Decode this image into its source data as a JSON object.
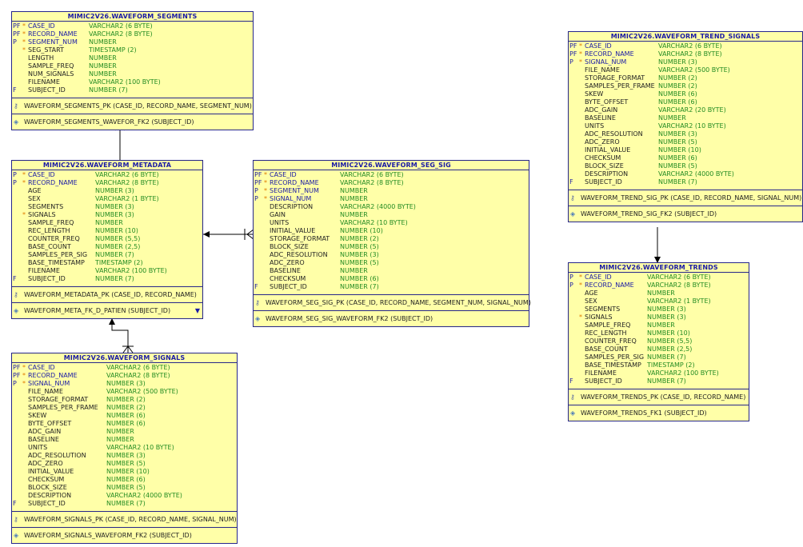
{
  "tables": [
    {
      "id": "segments",
      "title": "MIMIC2V26.WAVEFORM_SEGMENTS",
      "columns": [
        {
          "flag": "PF",
          "star": "*",
          "name": "CASE_ID",
          "type": "VARCHAR2 (6 BYTE)",
          "key": true
        },
        {
          "flag": "PF",
          "star": "*",
          "name": "RECORD_NAME",
          "type": "VARCHAR2 (8 BYTE)",
          "key": true
        },
        {
          "flag": "P",
          "star": "*",
          "name": "SEGMENT_NUM",
          "type": "NUMBER",
          "key": true
        },
        {
          "flag": "",
          "star": "*",
          "name": "SEG_START",
          "type": "TIMESTAMP (2)",
          "key": false
        },
        {
          "flag": "",
          "star": "",
          "name": "LENGTH",
          "type": "NUMBER",
          "key": false
        },
        {
          "flag": "",
          "star": "",
          "name": "SAMPLE_FREQ",
          "type": "NUMBER",
          "key": false
        },
        {
          "flag": "",
          "star": "",
          "name": "NUM_SIGNALS",
          "type": "NUMBER",
          "key": false
        },
        {
          "flag": "",
          "star": "",
          "name": "FILENAME",
          "type": "VARCHAR2 (100 BYTE)",
          "key": false
        },
        {
          "flag": "F",
          "star": "",
          "name": "SUBJECT_ID",
          "type": "NUMBER (7)",
          "key": false
        }
      ],
      "pk": "WAVEFORM_SEGMENTS_PK (CASE_ID, RECORD_NAME, SEGMENT_NUM)",
      "fk": "WAVEFORM_SEGMENTS_WAVEFOR_FK2 (SUBJECT_ID)"
    },
    {
      "id": "metadata",
      "title": "MIMIC2V26.WAVEFORM_METADATA",
      "columns": [
        {
          "flag": "P",
          "star": "*",
          "name": "CASE_ID",
          "type": "VARCHAR2 (6 BYTE)",
          "key": true
        },
        {
          "flag": "P",
          "star": "*",
          "name": "RECORD_NAME",
          "type": "VARCHAR2 (8 BYTE)",
          "key": true
        },
        {
          "flag": "",
          "star": "",
          "name": "AGE",
          "type": "NUMBER (3)",
          "key": false
        },
        {
          "flag": "",
          "star": "",
          "name": "SEX",
          "type": "VARCHAR2 (1 BYTE)",
          "key": false
        },
        {
          "flag": "",
          "star": "",
          "name": "SEGMENTS",
          "type": "NUMBER (3)",
          "key": false
        },
        {
          "flag": "",
          "star": "*",
          "name": "SIGNALS",
          "type": "NUMBER (3)",
          "key": false
        },
        {
          "flag": "",
          "star": "",
          "name": "SAMPLE_FREQ",
          "type": "NUMBER",
          "key": false
        },
        {
          "flag": "",
          "star": "",
          "name": "REC_LENGTH",
          "type": "NUMBER (10)",
          "key": false
        },
        {
          "flag": "",
          "star": "",
          "name": "COUNTER_FREQ",
          "type": "NUMBER (5,5)",
          "key": false
        },
        {
          "flag": "",
          "star": "",
          "name": "BASE_COUNT",
          "type": "NUMBER (2,5)",
          "key": false
        },
        {
          "flag": "",
          "star": "",
          "name": "SAMPLES_PER_SIG",
          "type": "NUMBER (7)",
          "key": false
        },
        {
          "flag": "",
          "star": "",
          "name": "BASE_TIMESTAMP",
          "type": "TIMESTAMP (2)",
          "key": false
        },
        {
          "flag": "",
          "star": "",
          "name": "FILENAME",
          "type": "VARCHAR2 (100 BYTE)",
          "key": false
        },
        {
          "flag": "F",
          "star": "",
          "name": "SUBJECT_ID",
          "type": "NUMBER (7)",
          "key": false
        }
      ],
      "pk": "WAVEFORM_METADATA_PK (CASE_ID, RECORD_NAME)",
      "fk": "WAVEFORM_META_FK_D_PATIEN (SUBJECT_ID)",
      "more": "▼"
    },
    {
      "id": "segsig",
      "title": "MIMIC2V26.WAVEFORM_SEG_SIG",
      "columns": [
        {
          "flag": "PF",
          "star": "*",
          "name": "CASE_ID",
          "type": "VARCHAR2 (6 BYTE)",
          "key": true
        },
        {
          "flag": "PF",
          "star": "*",
          "name": "RECORD_NAME",
          "type": "VARCHAR2 (8 BYTE)",
          "key": true
        },
        {
          "flag": "P",
          "star": "*",
          "name": "SEGMENT_NUM",
          "type": "NUMBER",
          "key": true
        },
        {
          "flag": "P",
          "star": "*",
          "name": "SIGNAL_NUM",
          "type": "NUMBER",
          "key": true
        },
        {
          "flag": "",
          "star": "",
          "name": "DESCRIPTION",
          "type": "VARCHAR2 (4000 BYTE)",
          "key": false
        },
        {
          "flag": "",
          "star": "",
          "name": "GAIN",
          "type": "NUMBER",
          "key": false
        },
        {
          "flag": "",
          "star": "",
          "name": "UNITS",
          "type": "VARCHAR2 (10 BYTE)",
          "key": false
        },
        {
          "flag": "",
          "star": "",
          "name": "INITIAL_VALUE",
          "type": "NUMBER (10)",
          "key": false
        },
        {
          "flag": "",
          "star": "",
          "name": "STORAGE_FORMAT",
          "type": "NUMBER (2)",
          "key": false
        },
        {
          "flag": "",
          "star": "",
          "name": "BLOCK_SIZE",
          "type": "NUMBER (5)",
          "key": false
        },
        {
          "flag": "",
          "star": "",
          "name": "ADC_RESOLUTION",
          "type": "NUMBER (3)",
          "key": false
        },
        {
          "flag": "",
          "star": "",
          "name": "ADC_ZERO",
          "type": "NUMBER (5)",
          "key": false
        },
        {
          "flag": "",
          "star": "",
          "name": "BASELINE",
          "type": "NUMBER",
          "key": false
        },
        {
          "flag": "",
          "star": "",
          "name": "CHECKSUM",
          "type": "NUMBER (6)",
          "key": false
        },
        {
          "flag": "F",
          "star": "",
          "name": "SUBJECT_ID",
          "type": "NUMBER (7)",
          "key": false
        }
      ],
      "pk": "WAVEFORM_SEG_SIG_PK (CASE_ID, RECORD_NAME, SEGMENT_NUM, SIGNAL_NUM)",
      "fk": "WAVEFORM_SEG_SIG_WAVEFORM_FK2 (SUBJECT_ID)"
    },
    {
      "id": "signals",
      "title": "MIMIC2V26.WAVEFORM_SIGNALS",
      "columns": [
        {
          "flag": "PF",
          "star": "*",
          "name": "CASE_ID",
          "type": "VARCHAR2 (6 BYTE)",
          "key": true
        },
        {
          "flag": "PF",
          "star": "*",
          "name": "RECORD_NAME",
          "type": "VARCHAR2 (8 BYTE)",
          "key": true
        },
        {
          "flag": "P",
          "star": "*",
          "name": "SIGNAL_NUM",
          "type": "NUMBER (3)",
          "key": true
        },
        {
          "flag": "",
          "star": "",
          "name": "FILE_NAME",
          "type": "VARCHAR2 (500 BYTE)",
          "key": false
        },
        {
          "flag": "",
          "star": "",
          "name": "STORAGE_FORMAT",
          "type": "NUMBER (2)",
          "key": false
        },
        {
          "flag": "",
          "star": "",
          "name": "SAMPLES_PER_FRAME",
          "type": "NUMBER (2)",
          "key": false
        },
        {
          "flag": "",
          "star": "",
          "name": "SKEW",
          "type": "NUMBER (6)",
          "key": false
        },
        {
          "flag": "",
          "star": "",
          "name": "BYTE_OFFSET",
          "type": "NUMBER (6)",
          "key": false
        },
        {
          "flag": "",
          "star": "",
          "name": "ADC_GAIN",
          "type": "NUMBER",
          "key": false
        },
        {
          "flag": "",
          "star": "",
          "name": "BASELINE",
          "type": "NUMBER",
          "key": false
        },
        {
          "flag": "",
          "star": "",
          "name": "UNITS",
          "type": "VARCHAR2 (10 BYTE)",
          "key": false
        },
        {
          "flag": "",
          "star": "",
          "name": "ADC_RESOLUTION",
          "type": "NUMBER (3)",
          "key": false
        },
        {
          "flag": "",
          "star": "",
          "name": "ADC_ZERO",
          "type": "NUMBER (5)",
          "key": false
        },
        {
          "flag": "",
          "star": "",
          "name": "INITIAL_VALUE",
          "type": "NUMBER (10)",
          "key": false
        },
        {
          "flag": "",
          "star": "",
          "name": "CHECKSUM",
          "type": "NUMBER (6)",
          "key": false
        },
        {
          "flag": "",
          "star": "",
          "name": "BLOCK_SIZE",
          "type": "NUMBER (5)",
          "key": false
        },
        {
          "flag": "",
          "star": "",
          "name": "DESCRIPTION",
          "type": "VARCHAR2 (4000 BYTE)",
          "key": false
        },
        {
          "flag": "F",
          "star": "",
          "name": "SUBJECT_ID",
          "type": "NUMBER (7)",
          "key": false
        }
      ],
      "pk": "WAVEFORM_SIGNALS_PK (CASE_ID, RECORD_NAME, SIGNAL_NUM)",
      "fk": "WAVEFORM_SIGNALS_WAVEFORM_FK2 (SUBJECT_ID)"
    },
    {
      "id": "trendsig",
      "title": "MIMIC2V26.WAVEFORM_TREND_SIGNALS",
      "columns": [
        {
          "flag": "PF",
          "star": "*",
          "name": "CASE_ID",
          "type": "VARCHAR2 (6 BYTE)",
          "key": true
        },
        {
          "flag": "PF",
          "star": "*",
          "name": "RECORD_NAME",
          "type": "VARCHAR2 (8 BYTE)",
          "key": true
        },
        {
          "flag": "P",
          "star": "*",
          "name": "SIGNAL_NUM",
          "type": "NUMBER (3)",
          "key": true
        },
        {
          "flag": "",
          "star": "",
          "name": "FILE_NAME",
          "type": "VARCHAR2 (500 BYTE)",
          "key": false
        },
        {
          "flag": "",
          "star": "",
          "name": "STORAGE_FORMAT",
          "type": "NUMBER (2)",
          "key": false
        },
        {
          "flag": "",
          "star": "",
          "name": "SAMPLES_PER_FRAME",
          "type": "NUMBER (2)",
          "key": false
        },
        {
          "flag": "",
          "star": "",
          "name": "SKEW",
          "type": "NUMBER (6)",
          "key": false
        },
        {
          "flag": "",
          "star": "",
          "name": "BYTE_OFFSET",
          "type": "NUMBER (6)",
          "key": false
        },
        {
          "flag": "",
          "star": "",
          "name": "ADC_GAIN",
          "type": "VARCHAR2 (20 BYTE)",
          "key": false
        },
        {
          "flag": "",
          "star": "",
          "name": "BASELINE",
          "type": "NUMBER",
          "key": false
        },
        {
          "flag": "",
          "star": "",
          "name": "UNITS",
          "type": "VARCHAR2 (10 BYTE)",
          "key": false
        },
        {
          "flag": "",
          "star": "",
          "name": "ADC_RESOLUTION",
          "type": "NUMBER (3)",
          "key": false
        },
        {
          "flag": "",
          "star": "",
          "name": "ADC_ZERO",
          "type": "NUMBER (5)",
          "key": false
        },
        {
          "flag": "",
          "star": "",
          "name": "INITIAL_VALUE",
          "type": "NUMBER (10)",
          "key": false
        },
        {
          "flag": "",
          "star": "",
          "name": "CHECKSUM",
          "type": "NUMBER (6)",
          "key": false
        },
        {
          "flag": "",
          "star": "",
          "name": "BLOCK_SIZE",
          "type": "NUMBER (5)",
          "key": false
        },
        {
          "flag": "",
          "star": "",
          "name": "DESCRIPTION",
          "type": "VARCHAR2 (4000 BYTE)",
          "key": false
        },
        {
          "flag": "F",
          "star": "",
          "name": "SUBJECT_ID",
          "type": "NUMBER (7)",
          "key": false
        }
      ],
      "pk": "WAVEFORM_TREND_SIG_PK (CASE_ID, RECORD_NAME, SIGNAL_NUM)",
      "fk": "WAVEFORM_TREND_SIG_FK2 (SUBJECT_ID)"
    },
    {
      "id": "trends",
      "title": "MIMIC2V26.WAVEFORM_TRENDS",
      "columns": [
        {
          "flag": "P",
          "star": "*",
          "name": "CASE_ID",
          "type": "VARCHAR2 (6 BYTE)",
          "key": true
        },
        {
          "flag": "P",
          "star": "*",
          "name": "RECORD_NAME",
          "type": "VARCHAR2 (8 BYTE)",
          "key": true
        },
        {
          "flag": "",
          "star": "",
          "name": "AGE",
          "type": "NUMBER",
          "key": false
        },
        {
          "flag": "",
          "star": "",
          "name": "SEX",
          "type": "VARCHAR2 (1 BYTE)",
          "key": false
        },
        {
          "flag": "",
          "star": "",
          "name": "SEGMENTS",
          "type": "NUMBER (3)",
          "key": false
        },
        {
          "flag": "",
          "star": "*",
          "name": "SIGNALS",
          "type": "NUMBER (3)",
          "key": false
        },
        {
          "flag": "",
          "star": "",
          "name": "SAMPLE_FREQ",
          "type": "NUMBER",
          "key": false
        },
        {
          "flag": "",
          "star": "",
          "name": "REC_LENGTH",
          "type": "NUMBER (10)",
          "key": false
        },
        {
          "flag": "",
          "star": "",
          "name": "COUNTER_FREQ",
          "type": "NUMBER (5,5)",
          "key": false
        },
        {
          "flag": "",
          "star": "",
          "name": "BASE_COUNT",
          "type": "NUMBER (2,5)",
          "key": false
        },
        {
          "flag": "",
          "star": "",
          "name": "SAMPLES_PER_SIG",
          "type": "NUMBER (7)",
          "key": false
        },
        {
          "flag": "",
          "star": "",
          "name": "BASE_TIMESTAMP",
          "type": "TIMESTAMP (2)",
          "key": false
        },
        {
          "flag": "",
          "star": "",
          "name": "FILENAME",
          "type": "VARCHAR2 (100 BYTE)",
          "key": false
        },
        {
          "flag": "F",
          "star": "",
          "name": "SUBJECT_ID",
          "type": "NUMBER (7)",
          "key": false
        }
      ],
      "pk": "WAVEFORM_TRENDS_PK (CASE_ID, RECORD_NAME)",
      "fk": "WAVEFORM_TRENDS_FK1 (SUBJECT_ID)"
    }
  ],
  "colors": {
    "table_fill": "#ffffa8",
    "table_border": "#26268a",
    "title_text": "#1a1aa6",
    "type_text": "#228b22",
    "mandatory_star": "#e07b00"
  },
  "icons": {
    "pk": "key-icon",
    "fk": "foreign-key-icon"
  }
}
